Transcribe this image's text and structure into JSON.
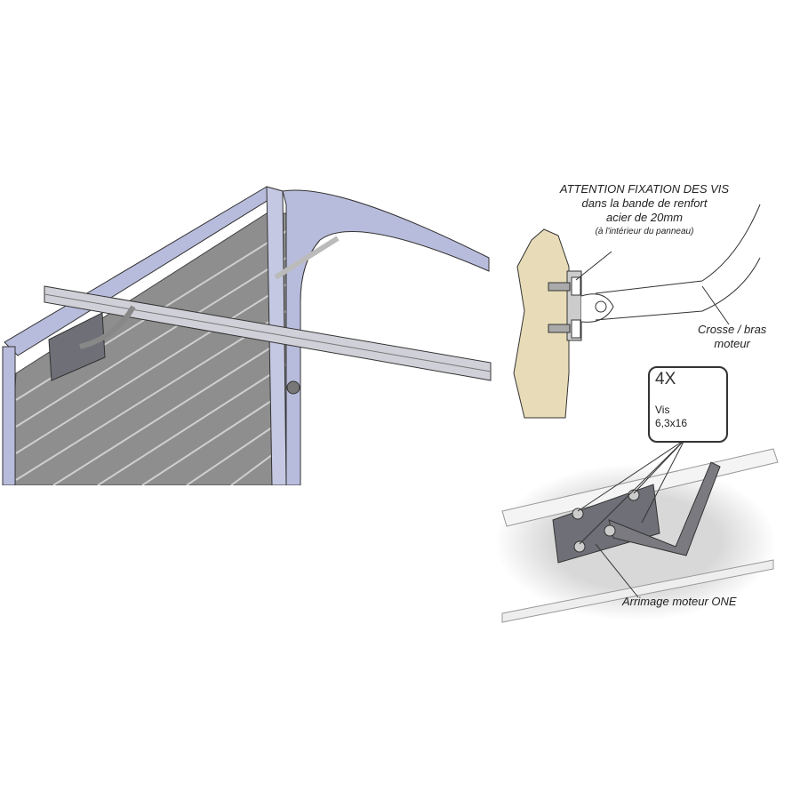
{
  "annotations": {
    "warning_title": "ATTENTION FIXATION DES VIS",
    "warning_line2": "dans la bande de renfort",
    "warning_line3": "acier de 20mm",
    "warning_line4": "(à l'intérieur  du panneau)",
    "arm_label_line1": "Crosse / bras",
    "arm_label_line2": "moteur",
    "screw_count": "4X",
    "screw_label_line1": "Vis",
    "screw_label_line2": "6,3x16",
    "bracket_label": "Arrimage moteur ONE"
  },
  "colors": {
    "frame": "#b8bcdc",
    "panel": "#8e8e8e",
    "wood": "#e8dcb8",
    "bracket": "#6f6f78"
  }
}
